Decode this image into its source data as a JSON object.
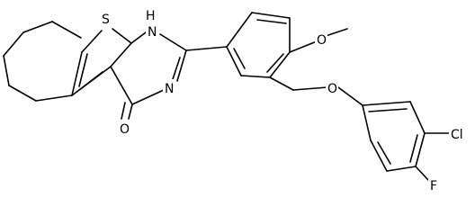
{
  "atoms": {
    "s1": "S",
    "nh": "H",
    "n_of_nh": "N",
    "n2": "N",
    "o_carbonyl": "O",
    "o_methoxy": "O",
    "o_ether": "O",
    "cl": "Cl",
    "f": "F"
  }
}
